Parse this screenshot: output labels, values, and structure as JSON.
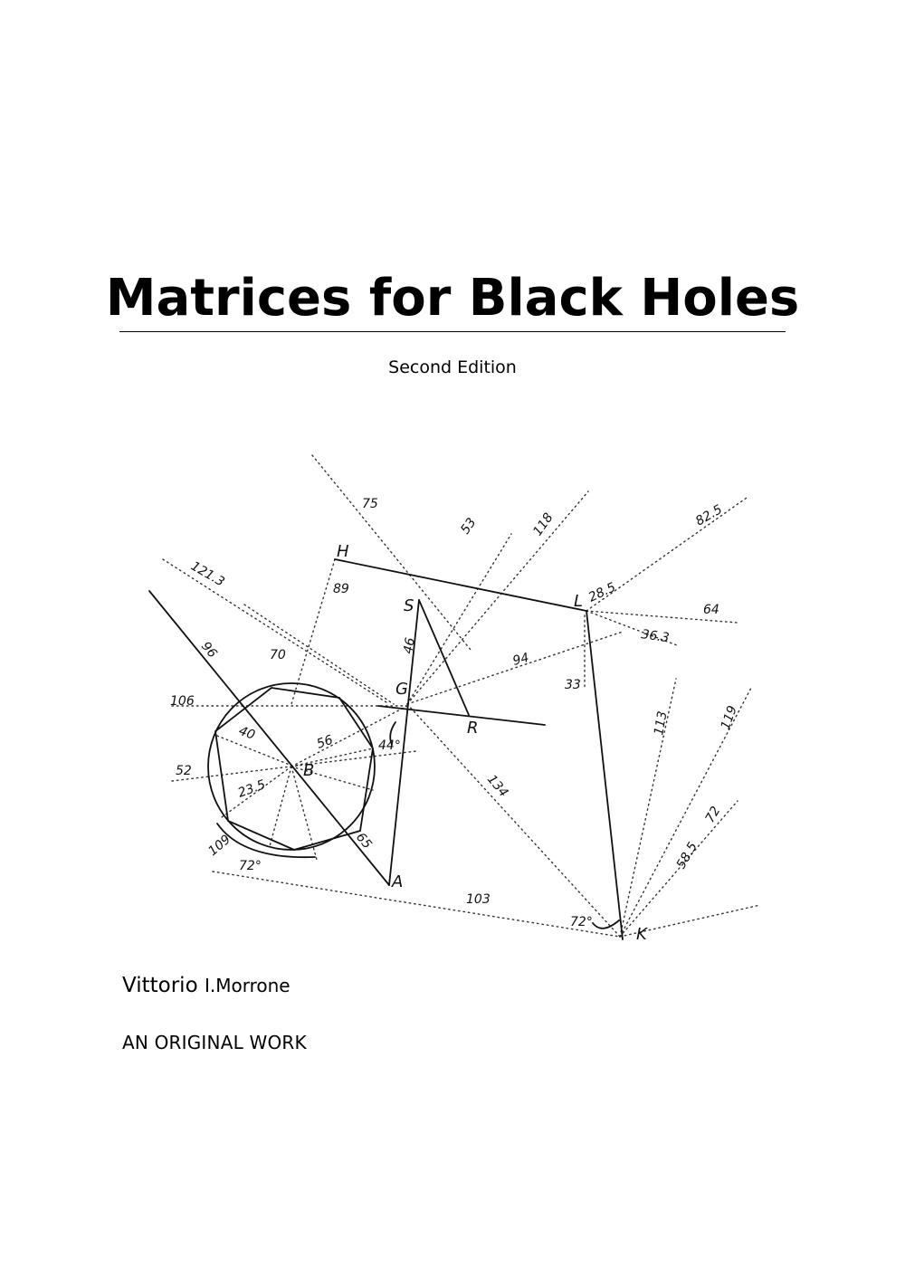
{
  "cover": {
    "title": "Matrices for Black Holes",
    "subtitle": "Second Edition",
    "author_given": "Vittorio",
    "author_rest": "I.Morrone",
    "tagline": "AN ORIGINAL WORK"
  },
  "figure": {
    "points": [
      "H",
      "S",
      "L",
      "G",
      "R",
      "B",
      "A",
      "K"
    ],
    "measurements": [
      "75",
      "53",
      "118",
      "82.5",
      "121.3",
      "89",
      "28.5",
      "64",
      "36.3",
      "96",
      "70",
      "46",
      "94",
      "33",
      "106",
      "40",
      "56",
      "44°",
      "113",
      "119",
      "52",
      "23.5",
      "134",
      "109",
      "72°",
      "65",
      "72",
      "58.5",
      "103",
      "72°"
    ]
  }
}
